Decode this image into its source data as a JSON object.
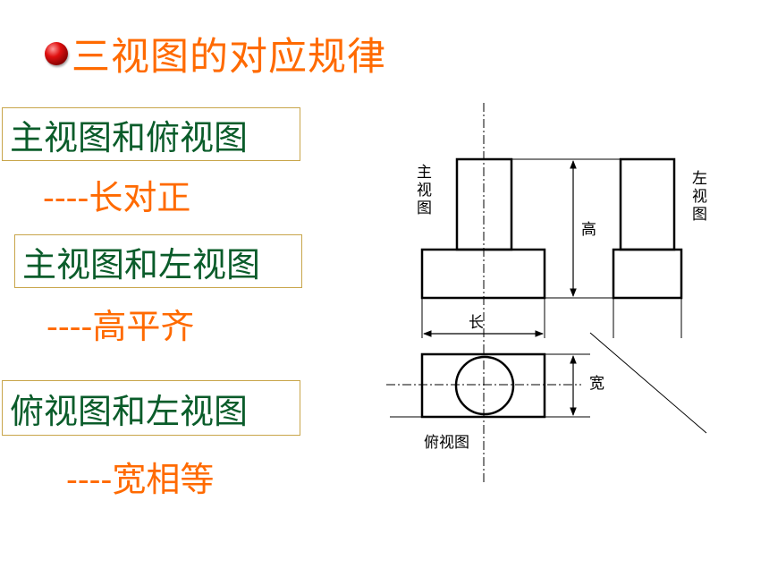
{
  "title": "三视图的对应规律",
  "rules": [
    {
      "views": "主视图和俯视图",
      "relation": "----长对正"
    },
    {
      "views": "主视图和左视图",
      "relation": "----高平齐"
    },
    {
      "views": "俯视图和左视图",
      "relation": "----宽相等"
    }
  ],
  "diagram": {
    "front_view_label": [
      "主",
      "视",
      "图"
    ],
    "side_view_label": [
      "左",
      "视",
      "图"
    ],
    "top_view_label": "俯视图",
    "height_label": "高",
    "length_label": "长",
    "width_label": "宽"
  },
  "colors": {
    "title": "#ff6a00",
    "views_text": "#0a5c2a",
    "relation_text": "#ff6a00",
    "box_border": "#c8a54a",
    "bullet": "#c00000"
  }
}
